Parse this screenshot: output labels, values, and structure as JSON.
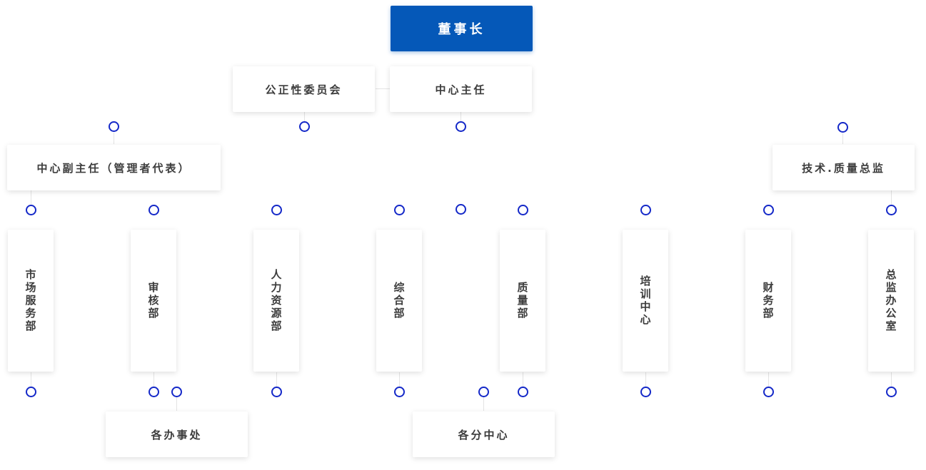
{
  "title": "董事长",
  "level2": {
    "committee": "公正性委员会",
    "director": "中心主任"
  },
  "level3": {
    "deputy": "中心副主任（管理者代表）",
    "tech": "技术.质量总监"
  },
  "departments": {
    "market": "市场服务部",
    "audit": "审核部",
    "hr": "人力资源部",
    "general": "综合部",
    "quality": "质量部",
    "training": "培训中心",
    "finance": "财务部",
    "office": "总监办公室"
  },
  "bottom": {
    "offices": "各办事处",
    "centers": "各分中心"
  },
  "colors": {
    "top_box": "#0558b8",
    "connector_dot": "#1428c8"
  }
}
